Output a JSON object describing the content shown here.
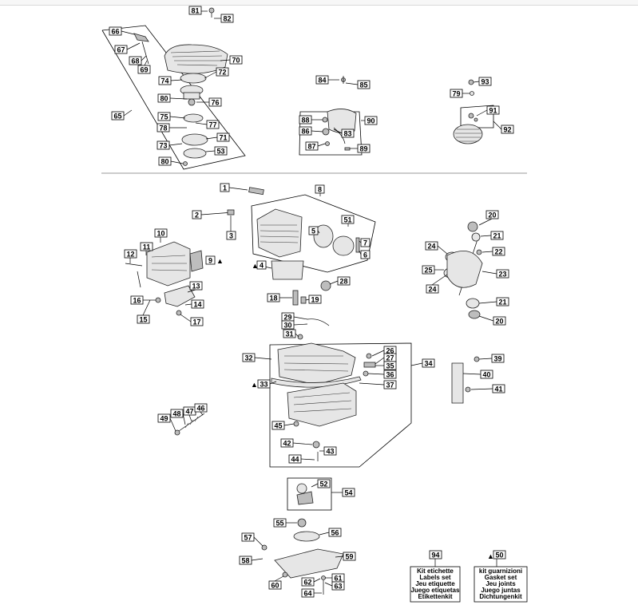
{
  "callouts": [
    {
      "n": "81"
    },
    {
      "n": "82"
    },
    {
      "n": "66"
    },
    {
      "n": "67"
    },
    {
      "n": "68"
    },
    {
      "n": "69"
    },
    {
      "n": "70"
    },
    {
      "n": "72"
    },
    {
      "n": "74"
    },
    {
      "n": "80"
    },
    {
      "n": "76"
    },
    {
      "n": "65"
    },
    {
      "n": "75"
    },
    {
      "n": "77"
    },
    {
      "n": "78"
    },
    {
      "n": "71"
    },
    {
      "n": "73"
    },
    {
      "n": "53"
    },
    {
      "n": "80"
    },
    {
      "n": "84"
    },
    {
      "n": "85"
    },
    {
      "n": "93"
    },
    {
      "n": "79"
    },
    {
      "n": "88"
    },
    {
      "n": "90"
    },
    {
      "n": "86"
    },
    {
      "n": "83"
    },
    {
      "n": "87"
    },
    {
      "n": "89"
    },
    {
      "n": "91"
    },
    {
      "n": "92"
    },
    {
      "n": "1"
    },
    {
      "n": "8"
    },
    {
      "n": "2"
    },
    {
      "n": "3"
    },
    {
      "n": "51"
    },
    {
      "n": "5"
    },
    {
      "n": "7"
    },
    {
      "n": "6"
    },
    {
      "n": "10"
    },
    {
      "n": "11"
    },
    {
      "n": "12"
    },
    {
      "n": "9"
    },
    {
      "n": "4"
    },
    {
      "n": "28"
    },
    {
      "n": "13"
    },
    {
      "n": "16"
    },
    {
      "n": "14"
    },
    {
      "n": "15"
    },
    {
      "n": "17"
    },
    {
      "n": "18"
    },
    {
      "n": "19"
    },
    {
      "n": "20"
    },
    {
      "n": "21"
    },
    {
      "n": "24"
    },
    {
      "n": "22"
    },
    {
      "n": "25"
    },
    {
      "n": "23"
    },
    {
      "n": "24"
    },
    {
      "n": "21"
    },
    {
      "n": "20"
    },
    {
      "n": "29"
    },
    {
      "n": "30"
    },
    {
      "n": "31"
    },
    {
      "n": "32"
    },
    {
      "n": "26"
    },
    {
      "n": "27"
    },
    {
      "n": "35"
    },
    {
      "n": "34"
    },
    {
      "n": "36"
    },
    {
      "n": "33"
    },
    {
      "n": "37"
    },
    {
      "n": "39"
    },
    {
      "n": "40"
    },
    {
      "n": "41"
    },
    {
      "n": "49"
    },
    {
      "n": "48"
    },
    {
      "n": "47"
    },
    {
      "n": "46"
    },
    {
      "n": "45"
    },
    {
      "n": "42"
    },
    {
      "n": "43"
    },
    {
      "n": "44"
    },
    {
      "n": "52"
    },
    {
      "n": "54"
    },
    {
      "n": "55"
    },
    {
      "n": "56"
    },
    {
      "n": "57"
    },
    {
      "n": "59"
    },
    {
      "n": "58"
    },
    {
      "n": "61"
    },
    {
      "n": "62"
    },
    {
      "n": "63"
    },
    {
      "n": "60"
    },
    {
      "n": "64"
    },
    {
      "n": "94"
    },
    {
      "n": "50"
    }
  ],
  "markers": {
    "triangle": "▲"
  },
  "kits": {
    "labels": {
      "number": "94",
      "lines": [
        "Kit etichette",
        "Labels set",
        "Jeu etiquette",
        "Juego etiquetas",
        "Etikettenkit"
      ]
    },
    "gaskets": {
      "number": "50",
      "lines": [
        "kit guarnizioni",
        "Gasket set",
        "Jeu joints",
        "Juego juntas",
        "Dichtungenkit"
      ]
    }
  },
  "colors": {
    "line": "#000000",
    "part_fill": "#e6e6e6",
    "part_dark": "#bdbdbd",
    "divider": "#9a9a9a"
  }
}
